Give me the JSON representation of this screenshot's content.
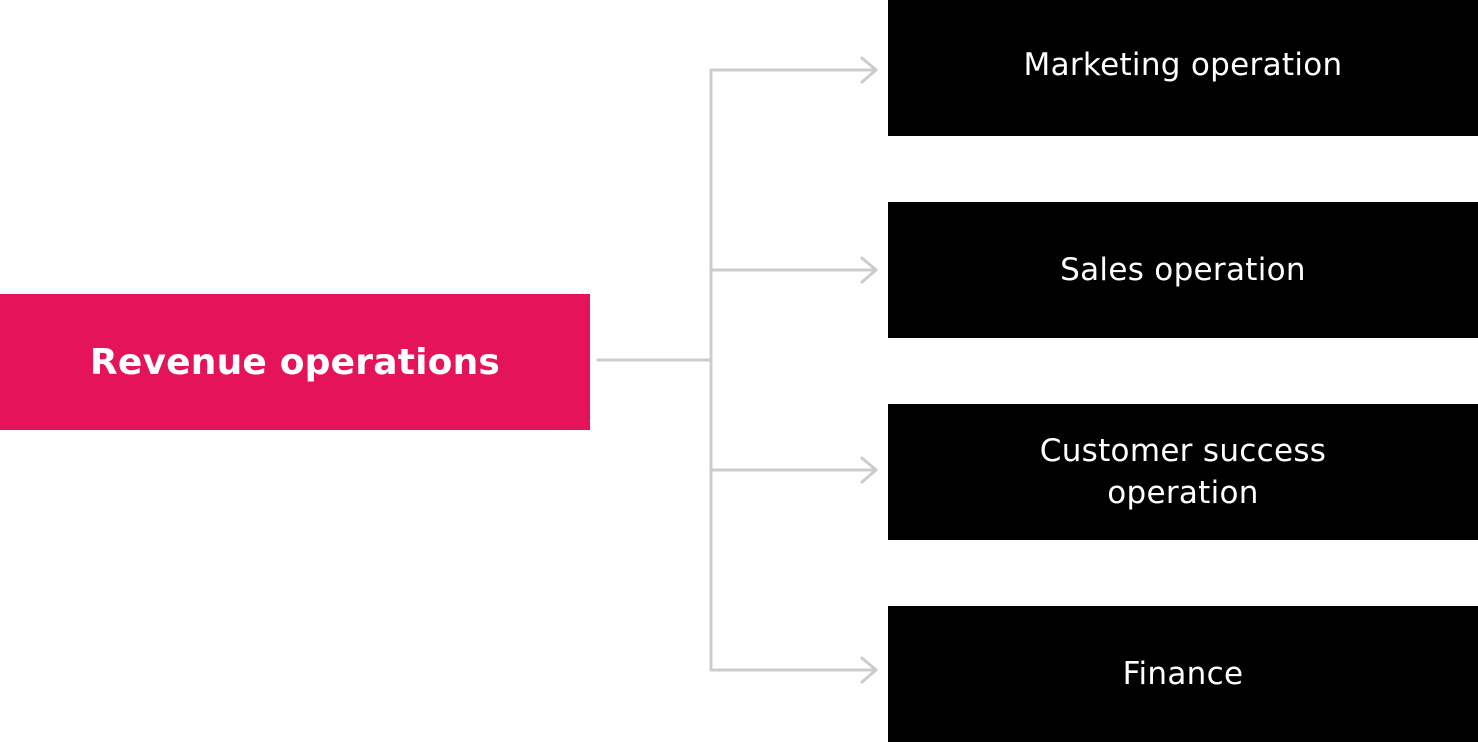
{
  "colors": {
    "root_fill": "#e5145a",
    "child_fill": "#000000",
    "connector": "#cccccc",
    "text": "#ffffff"
  },
  "root": {
    "label": "Revenue operations"
  },
  "children": [
    {
      "label": "Marketing operation"
    },
    {
      "label": "Sales operation"
    },
    {
      "label": "Customer success operation"
    },
    {
      "label": "Finance"
    }
  ]
}
